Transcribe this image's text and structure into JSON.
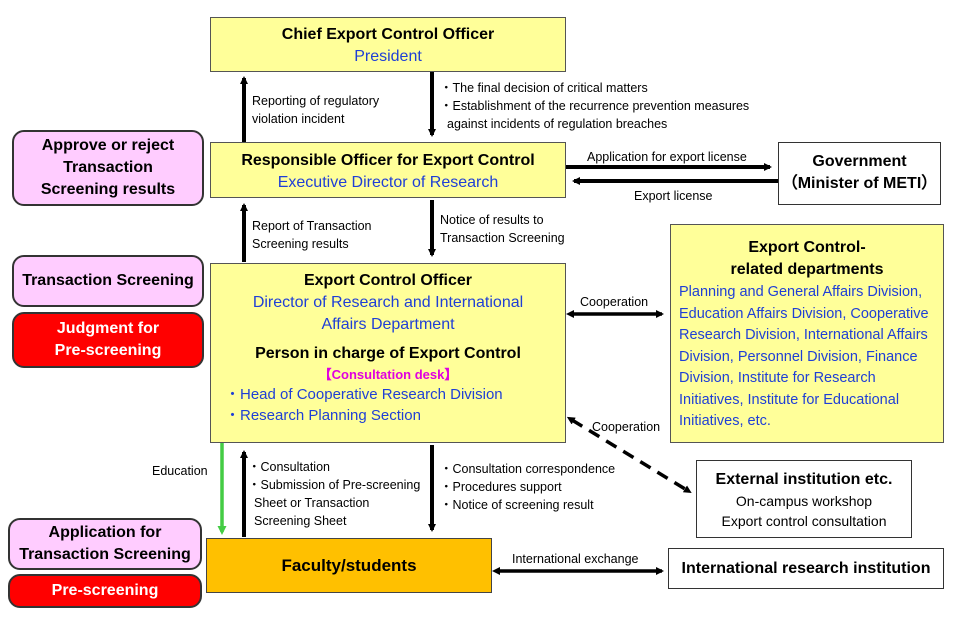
{
  "nodes": {
    "ceco": {
      "title": "Chief Export Control Officer",
      "subtitle": "President"
    },
    "roec": {
      "title": "Responsible Officer for Export Control",
      "subtitle": "Executive Director of Research"
    },
    "government": {
      "line1": "Government",
      "line2": "（Minister of METI）"
    },
    "eco": {
      "title": "Export Control Officer",
      "subtitle_line1": "Director of Research and International",
      "subtitle_line2": "Affairs Department",
      "pic_title": "Person in charge of Export Control",
      "desk": "【Consultation desk】",
      "item1": "・Head of Cooperative Research Division",
      "item2": "・Research Planning Section"
    },
    "related": {
      "title_line1": "Export Control-",
      "title_line2": "related departments",
      "lines": [
        "Planning and General Affairs Division,",
        "Education Affairs Division, Cooperative",
        "Research Division, International Affairs",
        "Division, Personnel Division, Finance",
        "Division, Institute for Research",
        "Initiatives, Institute for Educational",
        "Initiatives, etc."
      ]
    },
    "external": {
      "title": "External institution etc.",
      "line1": "On-campus workshop",
      "line2": "Export control consultation"
    },
    "faculty": {
      "title": "Faculty/students"
    },
    "international": {
      "title": "International research institution"
    }
  },
  "side_labels": {
    "approve": [
      "Approve or reject",
      "Transaction",
      "Screening results"
    ],
    "screening": [
      "Transaction Screening"
    ],
    "judgment": [
      "Judgment for",
      "Pre-screening"
    ],
    "application": [
      "Application for",
      "Transaction Screening"
    ],
    "prescreening": [
      "Pre-screening"
    ]
  },
  "edge_labels": {
    "reporting": [
      "Reporting of regulatory",
      "violation incident"
    ],
    "final_decision": [
      "・The final decision of critical matters",
      "・Establishment of the recurrence prevention measures",
      "against incidents of regulation breaches"
    ],
    "application_license": "Application for export license",
    "export_license": "Export license",
    "report_results": [
      "Report of Transaction",
      "Screening results"
    ],
    "notice_results": [
      "Notice of results to",
      "Transaction Screening"
    ],
    "cooperation1": "Cooperation",
    "cooperation2": "Cooperation",
    "education": "Education",
    "consultation": [
      "・Consultation",
      "・Submission of Pre-screening",
      "Sheet or Transaction",
      "Screening Sheet"
    ],
    "correspondence": [
      "・Consultation correspondence",
      "・Procedures support",
      "・Notice of screening result"
    ],
    "international_exchange": "International exchange"
  },
  "colors": {
    "box_fill": "#ffff99",
    "faculty_fill": "#ffc000",
    "pink_fill": "#ffccff",
    "red_fill": "#ff0000",
    "blue_text": "#1f3fd6",
    "magenta_text": "#e000e0",
    "education_arrow": "#44cc44"
  }
}
